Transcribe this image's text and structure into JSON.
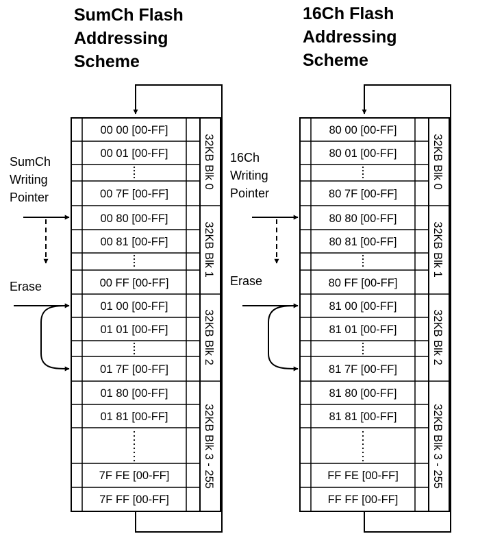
{
  "diagrams": [
    {
      "title_lines": [
        "SumCh Flash",
        "Addressing",
        "Scheme"
      ],
      "pointer_lines": [
        "SumCh",
        "Writing",
        "Pointer"
      ],
      "erase_label": "Erase",
      "cells": [
        "00 00 [00-FF]",
        "00 01 [00-FF]",
        "00 7F [00-FF]",
        "00 80 [00-FF]",
        "00 81 [00-FF]",
        "00 FF [00-FF]",
        "01 00 [00-FF]",
        "01 01 [00-FF]",
        "01 7F [00-FF]",
        "01 80 [00-FF]",
        "01 81 [00-FF]",
        "7F FE [00-FF]",
        "7F FF [00-FF]"
      ],
      "blocks": [
        "32KB Blk 0",
        "32KB Blk 1",
        "32KB Blk 2",
        "32KB Blk 3 - 255"
      ]
    },
    {
      "title_lines": [
        "16Ch Flash",
        "Addressing",
        "Scheme"
      ],
      "pointer_lines": [
        "16Ch",
        "Writing",
        "Pointer"
      ],
      "erase_label": "Erase",
      "cells": [
        "80 00 [00-FF]",
        "80 01 [00-FF]",
        "80 7F [00-FF]",
        "80 80 [00-FF]",
        "80 81 [00-FF]",
        "80 FF [00-FF]",
        "81 00 [00-FF]",
        "81 01 [00-FF]",
        "81 7F [00-FF]",
        "81 80 [00-FF]",
        "81 81 [00-FF]",
        "FF FE [00-FF]",
        "FF FF [00-FF]"
      ],
      "blocks": [
        "32KB Blk 0",
        "32KB Blk 1",
        "32KB Blk 2",
        "32KB Blk 3 - 255"
      ]
    }
  ]
}
